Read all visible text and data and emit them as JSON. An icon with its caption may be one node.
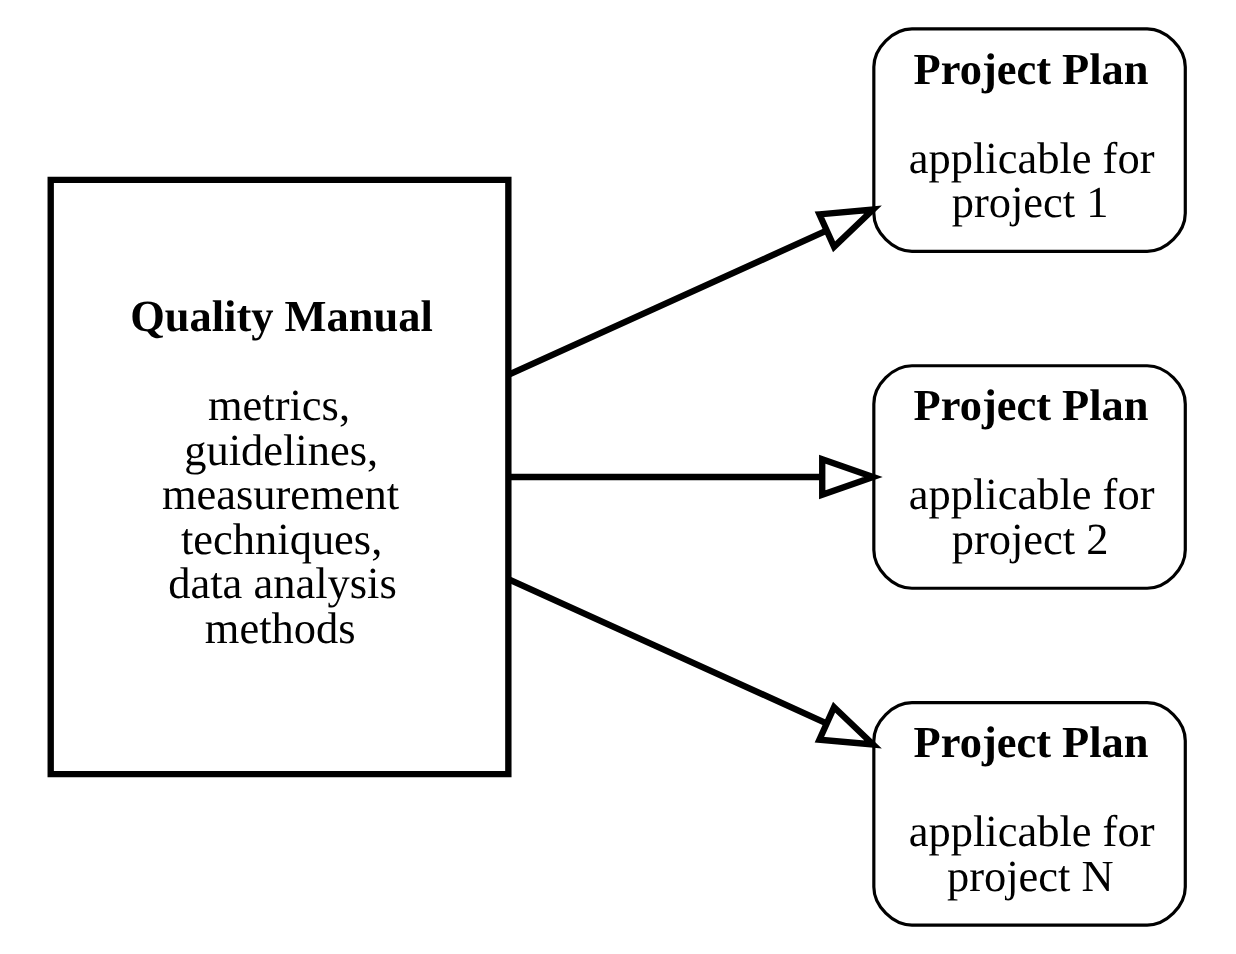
{
  "diagram": {
    "nodes": [
      {
        "text": [
          "Quality Manual",
          "metrics, guidelines, measurement techniques, data analysis methods"
        ]
      },
      {
        "text": [
          "Project Plan",
          "applicable for project 1"
        ]
      },
      {
        "text": [
          "Project Plan",
          "applicable for project 2"
        ]
      },
      {
        "text": [
          "Project Plan",
          "applicable for project N"
        ]
      }
    ],
    "edges": [
      {
        "from": 0,
        "to": 1,
        "arrow": "to"
      },
      {
        "from": 0,
        "to": 2,
        "arrow": "to"
      },
      {
        "from": 0,
        "to": 3,
        "arrow": "to"
      }
    ]
  }
}
